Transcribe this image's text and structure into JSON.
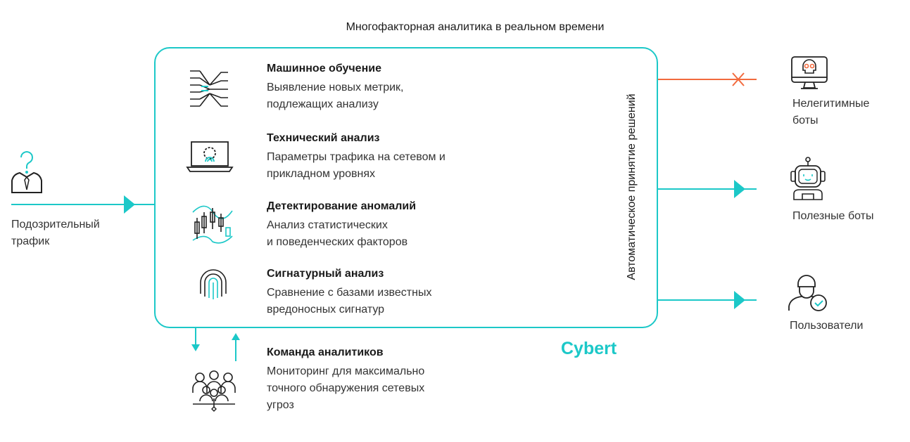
{
  "title": "Многофакторная аналитика в реальном времени",
  "input": {
    "label_line1": "Подозрительный",
    "label_line2": "трафик"
  },
  "modules": [
    {
      "title": "Машинное обучение",
      "desc1": "Выявление новых метрик,",
      "desc2": "подлежащих анализу",
      "icon": "neural-network-icon"
    },
    {
      "title": "Технический анализ",
      "desc1": "Параметры трафика на сетевом и",
      "desc2": "прикладном уровнях",
      "icon": "laptop-gear-icon"
    },
    {
      "title": "Детектирование аномалий",
      "desc1": "Анализ статистических",
      "desc2": "и поведенческих факторов",
      "icon": "candlestick-chart-icon"
    },
    {
      "title": "Сигнатурный анализ",
      "desc1": "Сравнение с базами известных",
      "desc2": "вредоносных сигнатур",
      "icon": "fingerprint-icon"
    }
  ],
  "decision": "Автоматическое принятие решений",
  "outputs": [
    {
      "line1": "Нелегитимные",
      "line2": "боты",
      "icon": "skull-monitor-icon"
    },
    {
      "line1": "Полезные боты",
      "icon": "robot-icon"
    },
    {
      "line1": "Пользователи",
      "icon": "user-check-icon"
    }
  ],
  "team": {
    "title": "Команда аналитиков",
    "desc1": "Мониторинг для максимально",
    "desc2": "точного обнаружения сетевых",
    "desc3": "угроз",
    "icon": "team-icon"
  },
  "brand": "Cybert",
  "colors": {
    "accent": "#1cc8c8",
    "block": "#f26a3d",
    "text": "#1a1a1a"
  }
}
